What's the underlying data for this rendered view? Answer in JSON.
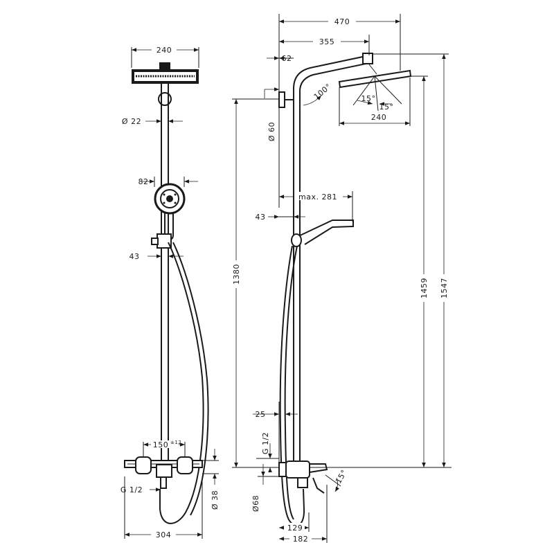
{
  "front_view": {
    "head_width": "240",
    "pipe_diameter": "Ø 22",
    "handshower_diameter": "82",
    "holder_offset": "43",
    "connection_spacing": "150",
    "connection_tolerance": "±12",
    "connection_thread": "G 1/2",
    "mixer_width": "304",
    "mixer_diameter": "Ø 38"
  },
  "side_view": {
    "total_reach": "470",
    "arm_reach": "355",
    "wall_offset": "62",
    "arm_angle": "100°",
    "head_tilt_left": "15°",
    "head_tilt_right": "15°",
    "head_width": "240",
    "rosette_diameter": "Ø 60",
    "hand_reach": "max. 281",
    "holder_offset": "43",
    "rail_height": "1380",
    "head_height_inner": "1459",
    "head_height_total": "1547",
    "spout_gap": "25",
    "connection_thread": "G 1/2",
    "spout_angle": "15°",
    "base_diameter": "Ø68",
    "spout_depth": "129",
    "mixer_depth": "182"
  }
}
